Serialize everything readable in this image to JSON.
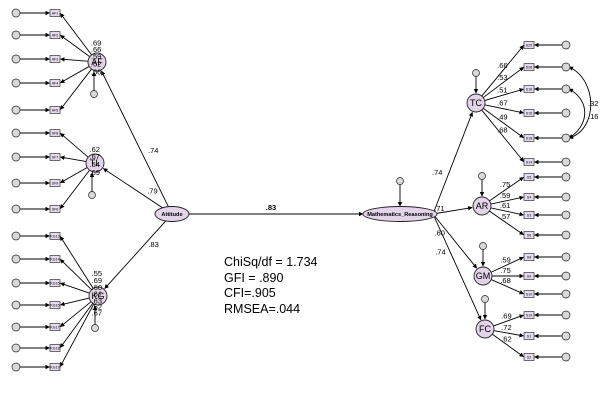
{
  "diagram": {
    "independent": {
      "name": "Attitude",
      "factors": [
        {
          "id": "AF",
          "path": ".74",
          "loadings": [
            ".69",
            ".66",
            ".59",
            ".62",
            ".66"
          ],
          "labels": [
            "AF1",
            "AF2",
            "AF3",
            "AF4",
            "AF5"
          ]
        },
        {
          "id": "TL",
          "path": ".79",
          "loadings": [
            ".62",
            ".67",
            ".54",
            ".69"
          ],
          "labels": [
            "SF8",
            "SF7",
            "SF9",
            "SF6"
          ]
        },
        {
          "id": "KG",
          "path": ".83",
          "loadings": [
            ".55",
            ".69",
            ".60",
            ".61",
            ".63",
            ".52",
            ".67"
          ],
          "labels": [
            "KG13",
            "KG14",
            "KG15",
            "KG16",
            "KG17",
            "KG18",
            "KG19"
          ]
        }
      ]
    },
    "dependent": {
      "name": "Mathematics_Reasoning",
      "factors": [
        {
          "id": "TC",
          "path": ".74",
          "loadings": [
            ".66",
            ".53",
            ".51",
            ".67",
            ".49",
            ".68"
          ],
          "labels": [
            "S25",
            "S26",
            "S16",
            "S15",
            "S18",
            "S14"
          ]
        },
        {
          "id": "AR",
          "path": ".71",
          "loadings": [
            ".75",
            ".59",
            ".61",
            ".57"
          ],
          "labels": [
            "S5",
            "S4",
            "S3",
            "S6"
          ]
        },
        {
          "id": "GM",
          "path": ".60",
          "loadings": [
            ".59",
            ".75",
            ".68"
          ],
          "labels": [
            "S8",
            "S9",
            "S10"
          ]
        },
        {
          "id": "FC",
          "path": ".74",
          "loadings": [
            ".69",
            ".72",
            ".62"
          ],
          "labels": [
            "S19",
            "S1",
            "S2"
          ]
        }
      ],
      "correlations": [
        ".32",
        ".16"
      ]
    },
    "structural_path": ".83"
  },
  "fit_stats": [
    "ChiSq/df = 1.734",
    "GFI = .890",
    "CFI=.905",
    "RMSEA=.044"
  ]
}
